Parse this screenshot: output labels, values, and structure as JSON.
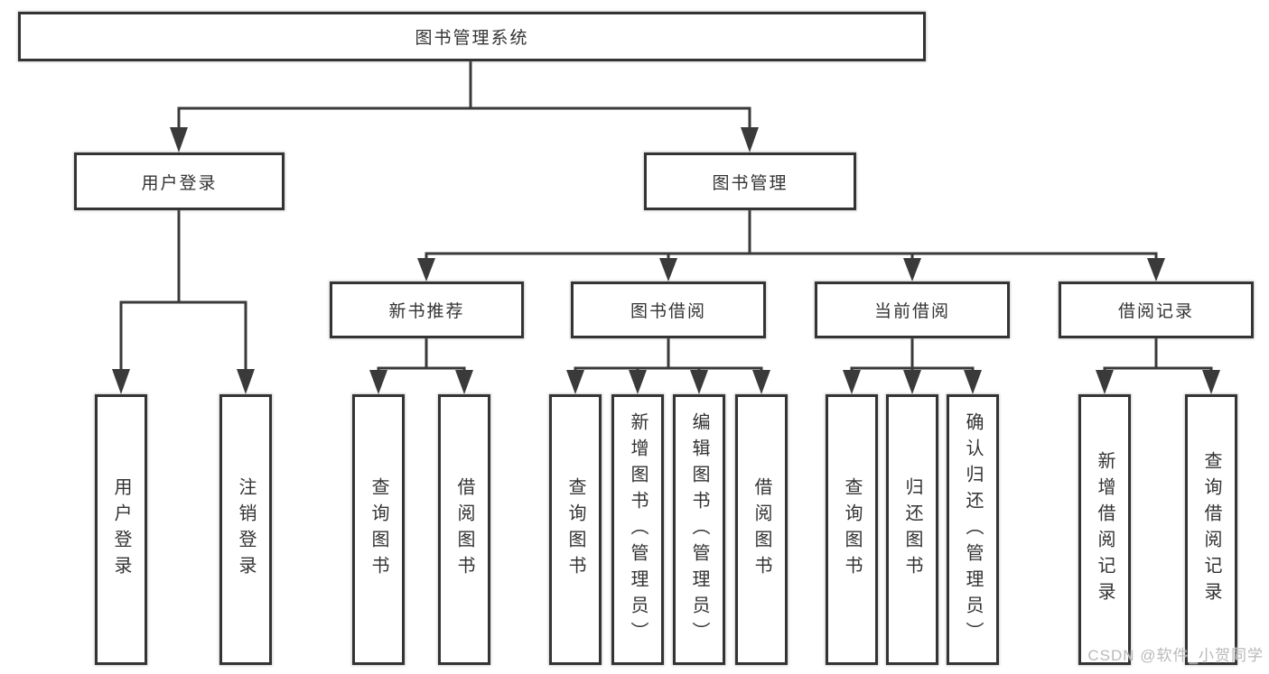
{
  "diagram": {
    "root": {
      "label": "图书管理系统"
    },
    "level2": {
      "user_login": {
        "label": "用户登录"
      },
      "book_management": {
        "label": "图书管理"
      }
    },
    "level3": {
      "new_book_recommend": {
        "label": "新书推荐"
      },
      "book_borrowing": {
        "label": "图书借阅"
      },
      "current_borrowing": {
        "label": "当前借阅"
      },
      "borrowing_records": {
        "label": "借阅记录"
      }
    },
    "leaves": {
      "user_login": {
        "label": "用户登录"
      },
      "logout": {
        "label": "注销登录"
      },
      "query_books_recommend": {
        "label": "查询图书"
      },
      "borrow_books_recommend": {
        "label": "借阅图书"
      },
      "query_books_borrowing": {
        "label": "查询图书"
      },
      "add_books_admin": {
        "label": "新增图书（管理员）"
      },
      "edit_books_admin": {
        "label": "编辑图书（管理员）"
      },
      "borrow_books_borrowing": {
        "label": "借阅图书"
      },
      "query_books_current": {
        "label": "查询图书"
      },
      "return_books": {
        "label": "归还图书"
      },
      "confirm_return_admin": {
        "label": "确认归还（管理员）"
      },
      "add_borrow_record": {
        "label": "新增借阅记录"
      },
      "query_borrow_record": {
        "label": "查询借阅记录"
      }
    }
  },
  "watermark": {
    "text": "CSDN @软件_小贺同学"
  },
  "colors": {
    "background": "#ffffff",
    "box_border": "#343434",
    "connector_line": "#3a3a3a",
    "text": "#333333",
    "watermark_text": "#b9b9b9"
  }
}
